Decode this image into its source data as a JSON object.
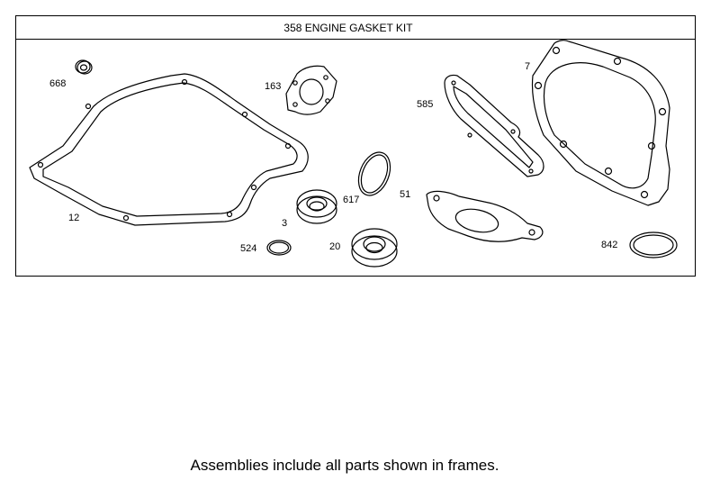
{
  "kit": {
    "title": "358 ENGINE GASKET KIT"
  },
  "parts": {
    "p668": "668",
    "p12": "12",
    "p163": "163",
    "p617": "617",
    "p3": "3",
    "p524": "524",
    "p20": "20",
    "p585": "585",
    "p7": "7",
    "p51": "51",
    "p842": "842"
  },
  "footer": {
    "note": "Assemblies include all parts shown in frames."
  }
}
